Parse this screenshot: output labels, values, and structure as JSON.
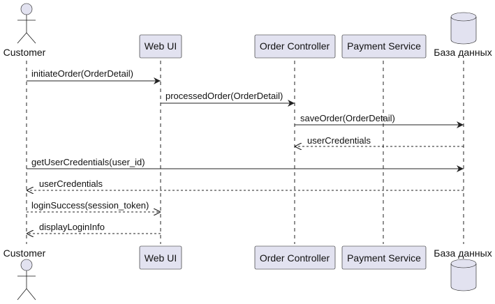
{
  "participants": [
    {
      "id": "customer",
      "label": "Customer",
      "kind": "actor"
    },
    {
      "id": "webui",
      "label": "Web UI",
      "kind": "box"
    },
    {
      "id": "order",
      "label": "Order Controller",
      "kind": "box"
    },
    {
      "id": "payment",
      "label": "Payment Service",
      "kind": "box"
    },
    {
      "id": "db",
      "label": "База данных",
      "kind": "database"
    }
  ],
  "messages": [
    {
      "from": "customer",
      "to": "webui",
      "label": "initiateOrder(OrderDetail)",
      "style": "sync"
    },
    {
      "from": "webui",
      "to": "order",
      "label": "processedOrder(OrderDetail)",
      "style": "sync"
    },
    {
      "from": "order",
      "to": "db",
      "label": "saveOrder(OrderDetail)",
      "style": "sync"
    },
    {
      "from": "db",
      "to": "order",
      "label": "userCredentials",
      "style": "return"
    },
    {
      "from": "customer",
      "to": "db",
      "label": "getUserCredentials(user_id)",
      "style": "sync"
    },
    {
      "from": "db",
      "to": "customer",
      "label": "userCredentials",
      "style": "return"
    },
    {
      "from": "customer",
      "to": "webui",
      "label": "loginSuccess(session_token)",
      "style": "return"
    },
    {
      "from": "webui",
      "to": "customer",
      "label": "displayLoginInfo",
      "style": "return"
    }
  ]
}
